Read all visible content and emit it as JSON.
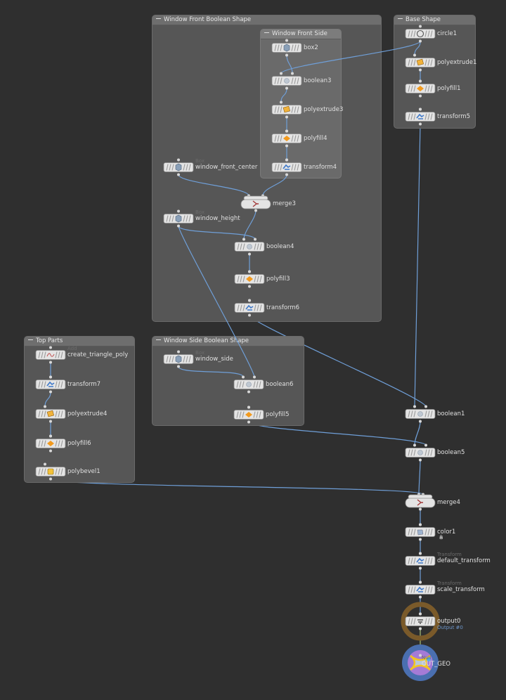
{
  "network_boxes": [
    {
      "id": "wfbs",
      "title": "Window Front Boolean Shape"
    },
    {
      "id": "wfs",
      "title": "Window Front Side"
    },
    {
      "id": "base",
      "title": "Base Shape"
    },
    {
      "id": "top",
      "title": "Top Parts"
    },
    {
      "id": "wsbs",
      "title": "Window Side Boolean Shape"
    }
  ],
  "nodes": {
    "box2": {
      "name": "box2",
      "icon": "box-icon"
    },
    "boolean3": {
      "name": "boolean3",
      "icon": "boolean-icon"
    },
    "polyextrude3": {
      "name": "polyextrude3",
      "icon": "polyextrude-icon"
    },
    "polyfill4": {
      "name": "polyfill4",
      "icon": "polyfill-icon"
    },
    "transform4": {
      "name": "transform4",
      "icon": "transform-icon"
    },
    "window_front_center": {
      "name": "window_front_center",
      "type": "Box",
      "icon": "box-icon"
    },
    "merge3": {
      "name": "merge3",
      "icon": "merge-icon"
    },
    "window_height": {
      "name": "window_height",
      "type": "Box",
      "icon": "box-icon"
    },
    "boolean4": {
      "name": "boolean4",
      "icon": "boolean-icon"
    },
    "polyfill3": {
      "name": "polyfill3",
      "icon": "polyfill-icon"
    },
    "transform6": {
      "name": "transform6",
      "icon": "transform-icon"
    },
    "circle1": {
      "name": "circle1",
      "icon": "circle-icon"
    },
    "polyextrude1": {
      "name": "polyextrude1",
      "icon": "polyextrude-icon"
    },
    "polyfill1": {
      "name": "polyfill1",
      "icon": "polyfill-icon"
    },
    "transform5": {
      "name": "transform5",
      "icon": "transform-icon"
    },
    "create_triangle_poly": {
      "name": "create_triangle_poly",
      "type": "Add",
      "icon": "add-curve-icon"
    },
    "transform7": {
      "name": "transform7",
      "icon": "transform-icon"
    },
    "polyextrude4": {
      "name": "polyextrude4",
      "icon": "polyextrude-icon"
    },
    "polyfill6": {
      "name": "polyfill6",
      "icon": "polyfill-icon"
    },
    "polybevel1": {
      "name": "polybevel1",
      "icon": "polybevel-icon"
    },
    "window_side": {
      "name": "window_side",
      "type": "Box",
      "icon": "box-icon"
    },
    "boolean6": {
      "name": "boolean6",
      "icon": "boolean-icon"
    },
    "polyfill5": {
      "name": "polyfill5",
      "icon": "polyfill-icon"
    },
    "boolean1": {
      "name": "boolean1",
      "icon": "boolean-icon"
    },
    "boolean5": {
      "name": "boolean5",
      "icon": "boolean-icon"
    },
    "merge4": {
      "name": "merge4",
      "icon": "merge-icon"
    },
    "color1": {
      "name": "color1",
      "icon": "color-icon",
      "locked": true
    },
    "default_transform": {
      "name": "default_transform",
      "type": "Transform",
      "icon": "transform-icon"
    },
    "scale_transform": {
      "name": "scale_transform",
      "type": "Transform",
      "icon": "transform-icon"
    },
    "output0": {
      "name": "output0",
      "subtitle": "Output #0",
      "icon": "output-icon"
    },
    "OUT_GEO": {
      "name": "OUT_GEO",
      "type": "Null",
      "icon": "null-icon"
    }
  },
  "connections": [
    [
      "box2",
      "boolean3"
    ],
    [
      "circle1",
      "boolean3"
    ],
    [
      "boolean3",
      "polyextrude3"
    ],
    [
      "polyextrude3",
      "polyfill4"
    ],
    [
      "polyfill4",
      "transform4"
    ],
    [
      "window_front_center",
      "merge3"
    ],
    [
      "transform4",
      "merge3"
    ],
    [
      "merge3",
      "boolean4"
    ],
    [
      "window_height",
      "boolean4"
    ],
    [
      "boolean4",
      "polyfill3"
    ],
    [
      "polyfill3",
      "transform6"
    ],
    [
      "circle1",
      "polyextrude1"
    ],
    [
      "polyextrude1",
      "polyfill1"
    ],
    [
      "polyfill1",
      "transform5"
    ],
    [
      "create_triangle_poly",
      "transform7"
    ],
    [
      "transform7",
      "polyextrude4"
    ],
    [
      "polyextrude4",
      "polyfill6"
    ],
    [
      "polyfill6",
      "polybevel1"
    ],
    [
      "window_side",
      "boolean6"
    ],
    [
      "window_height",
      "boolean6"
    ],
    [
      "boolean6",
      "polyfill5"
    ],
    [
      "transform5",
      "boolean1"
    ],
    [
      "transform6",
      "boolean1"
    ],
    [
      "boolean1",
      "boolean5"
    ],
    [
      "polyfill5",
      "boolean5"
    ],
    [
      "boolean5",
      "merge4"
    ],
    [
      "polybevel1",
      "merge4"
    ],
    [
      "merge4",
      "color1"
    ],
    [
      "color1",
      "default_transform"
    ],
    [
      "default_transform",
      "scale_transform"
    ],
    [
      "scale_transform",
      "output0"
    ],
    [
      "output0",
      "OUT_GEO"
    ]
  ],
  "colors": {
    "background": "#2f2f2f",
    "wire": "#6f9fd8",
    "output_ring": "#7a5a2a",
    "null_disc": "#4a6fb0",
    "display_flag": "#f2c521"
  }
}
